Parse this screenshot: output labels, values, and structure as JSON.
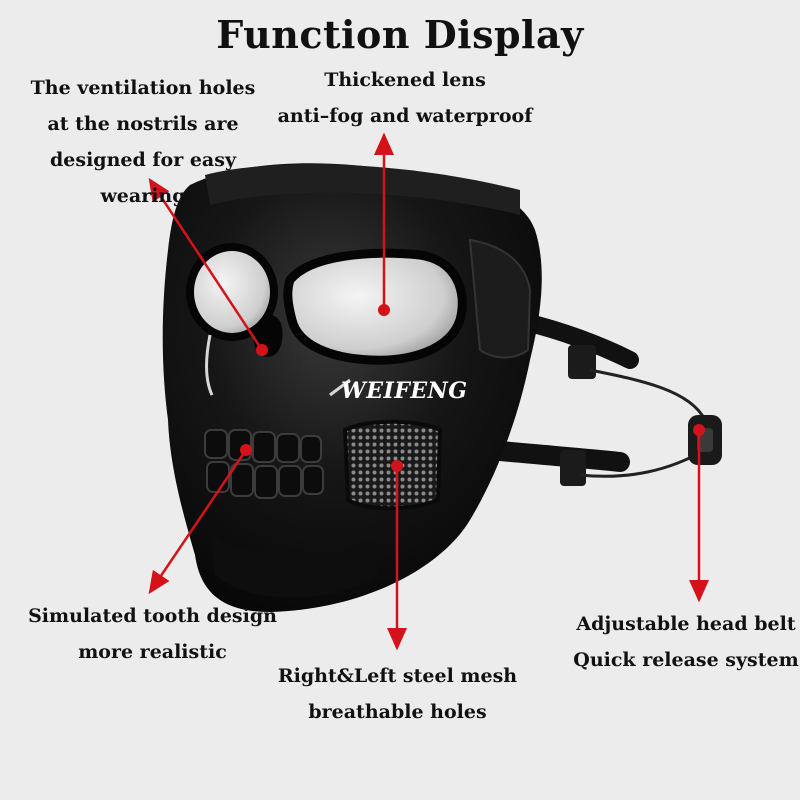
{
  "title": "Function Display",
  "watermark": "WEIFENG",
  "colors": {
    "background": "#ececec",
    "arrow": "#d4121a",
    "mask": "#121212"
  },
  "callouts": {
    "ventilation": [
      "The ventilation holes",
      "at the nostrils are",
      "designed for easy wearing"
    ],
    "lens": [
      "Thickened lens",
      "anti–fog and waterproof"
    ],
    "tooth": [
      "Simulated tooth design",
      "more realistic"
    ],
    "mesh": [
      "Right&Left steel mesh",
      "breathable holes"
    ],
    "belt": [
      "Adjustable head belt",
      "Quick release system"
    ]
  }
}
